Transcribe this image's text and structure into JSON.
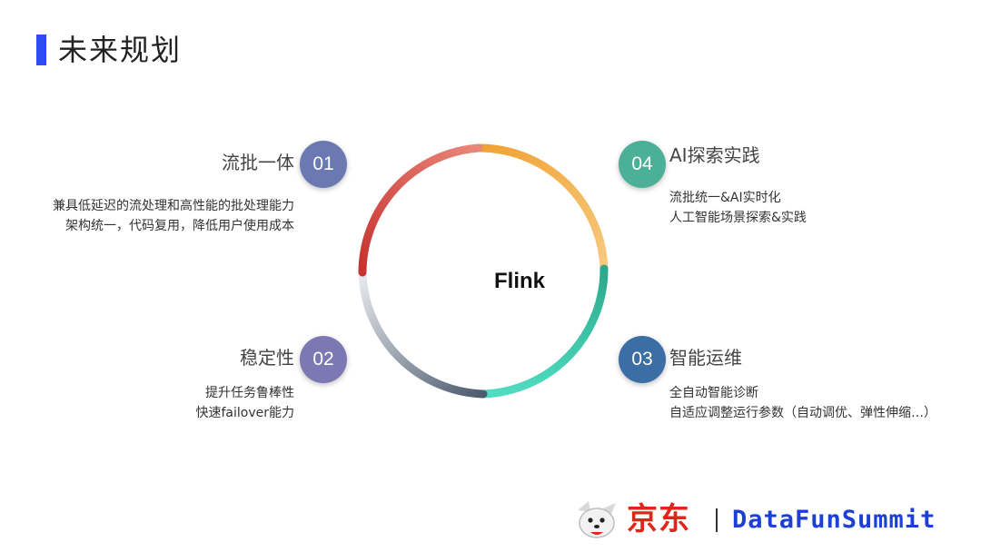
{
  "page": {
    "title": "未来规划"
  },
  "center": {
    "label": "Flink"
  },
  "items": [
    {
      "number": "01",
      "heading": "流批一体",
      "lines": [
        "兼具低延迟的流处理和高性能的批处理能力",
        "架构统一，代码复用，降低用户使用成本"
      ],
      "color": "#6b79b3"
    },
    {
      "number": "02",
      "heading": "稳定性",
      "lines": [
        "提升任务鲁棒性",
        "快速failover能力"
      ],
      "color": "#7b78b4"
    },
    {
      "number": "03",
      "heading": "智能运维",
      "lines": [
        "全自动智能诊断",
        "自适应调整运行参数（自动调优、弹性伸缩…）"
      ],
      "color": "#3a6ea5"
    },
    {
      "number": "04",
      "heading": "AI探索实践",
      "lines": [
        "流批统一&AI实时化",
        "人工智能场景探索&实践"
      ],
      "color": "#4caf97"
    }
  ],
  "footer": {
    "logo_text": "京东",
    "brand": "DataFunSummit"
  },
  "colors": {
    "accent": "#2f4cf0",
    "jd_red": "#e1251b",
    "brand_blue": "#1d3fd6"
  }
}
